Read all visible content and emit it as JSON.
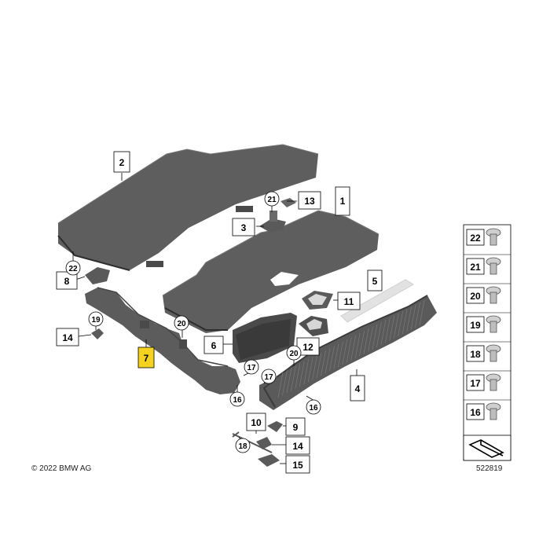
{
  "copyright": "© 2022 BMW AG",
  "diagram_id": "522819",
  "highlight_color": "#f5d21f",
  "part_fill": "#5e5e5e",
  "part_dark": "#3f3f3f",
  "callouts": {
    "c2": "2",
    "c1": "1",
    "c13": "13",
    "c21": "21",
    "c3": "3",
    "c22": "22",
    "c8": "8",
    "c19": "19",
    "c14a": "14",
    "c20": "20",
    "c7": "7",
    "c5": "5",
    "c11": "11",
    "c6": "6",
    "c20b": "20",
    "c12": "12",
    "c17a": "17",
    "c17b": "17",
    "c16a": "16",
    "c16b": "16",
    "c4": "4",
    "c10": "10",
    "c9": "9",
    "c18": "18",
    "c14b": "14",
    "c15": "15"
  },
  "legend": [
    "22",
    "21",
    "20",
    "19",
    "18",
    "17",
    "16"
  ]
}
